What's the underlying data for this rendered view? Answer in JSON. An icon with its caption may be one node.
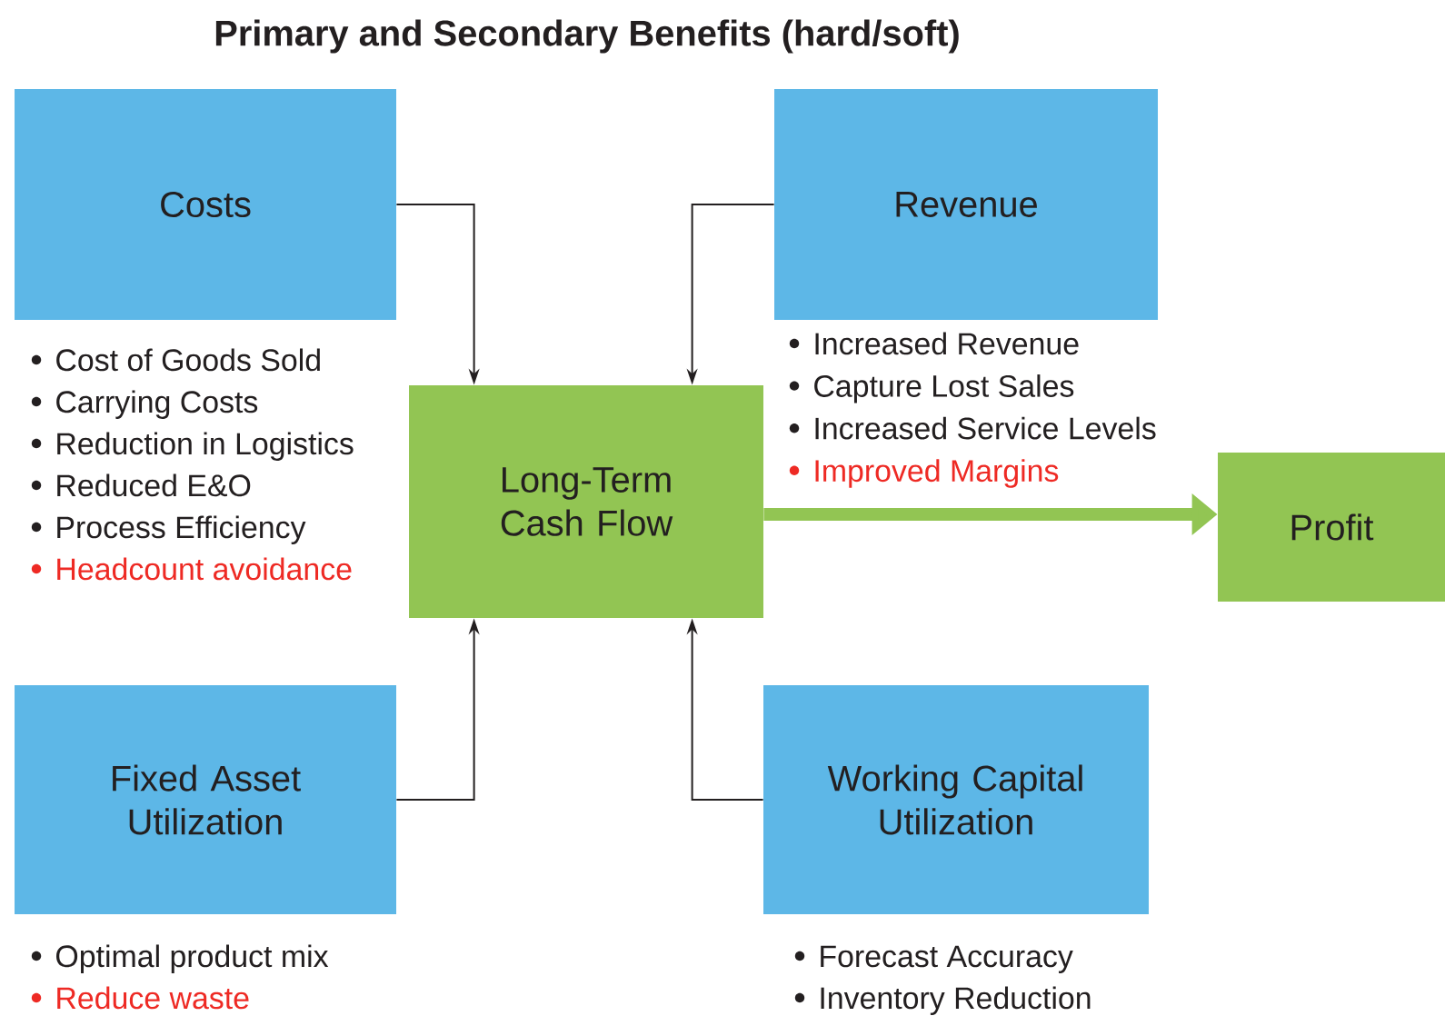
{
  "diagram": {
    "title": "Primary and Secondary Benefits (hard/soft)",
    "nodes": [
      {
        "text": [
          "Costs"
        ],
        "beside": [
          "Cost of Goods Sold",
          "Carrying Costs",
          "Reduction in Logistics",
          "Reduced E&O",
          "Process Efficiency",
          "Headcount avoidance"
        ]
      },
      {
        "text": [
          "Revenue"
        ],
        "beside": [
          "Increased Revenue",
          "Capture Lost Sales",
          "Increased Service Levels",
          "Improved Margins"
        ]
      },
      {
        "text": [
          "Long-Term Cash Flow"
        ]
      },
      {
        "text": [
          "Profit"
        ]
      },
      {
        "text": [
          "Fixed Asset Utilization"
        ],
        "beside": [
          "Optimal product mix",
          "Reduce waste"
        ]
      },
      {
        "text": [
          "Working Capital Utilization"
        ],
        "beside": [
          "Forecast Accuracy",
          "Inventory Reduction"
        ]
      }
    ],
    "edges": [
      {
        "from": 0,
        "to": 2,
        "arrow": "to"
      },
      {
        "from": 1,
        "to": 2,
        "arrow": "to"
      },
      {
        "from": 4,
        "to": 2,
        "arrow": "to"
      },
      {
        "from": 5,
        "to": 2,
        "arrow": "to"
      },
      {
        "from": 2,
        "to": 3,
        "arrow": "to",
        "style": "thick",
        "color": "#92c553"
      }
    ]
  }
}
